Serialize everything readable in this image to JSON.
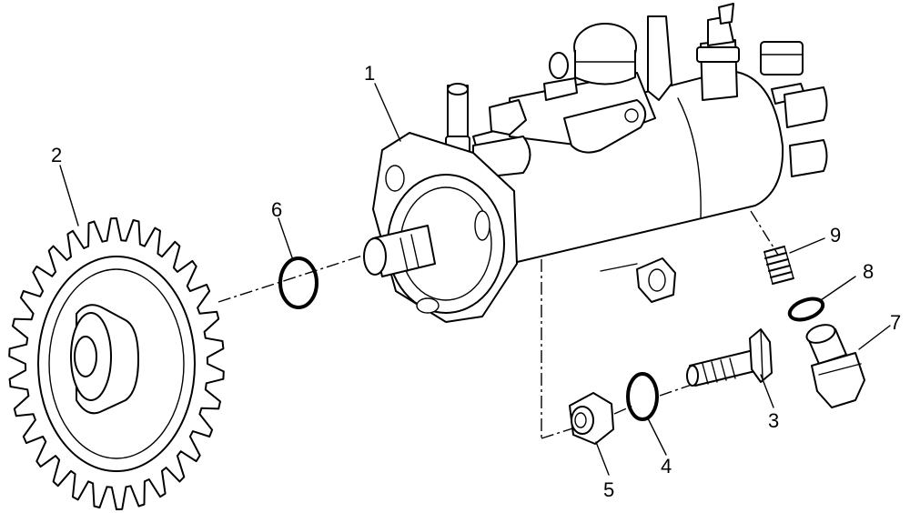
{
  "callouts": [
    {
      "id": "1",
      "label": "1",
      "part": "injection pump"
    },
    {
      "id": "2",
      "label": "2",
      "part": "drive gear"
    },
    {
      "id": "3",
      "label": "3",
      "part": "bolt"
    },
    {
      "id": "4",
      "label": "4",
      "part": "o-ring"
    },
    {
      "id": "5",
      "label": "5",
      "part": "nut"
    },
    {
      "id": "6",
      "label": "6",
      "part": "o-ring"
    },
    {
      "id": "7",
      "label": "7",
      "part": "plug"
    },
    {
      "id": "8",
      "label": "8",
      "part": "o-ring"
    },
    {
      "id": "9",
      "label": "9",
      "part": "spring"
    }
  ],
  "colors": {
    "line": "#000000",
    "background": "#ffffff"
  }
}
